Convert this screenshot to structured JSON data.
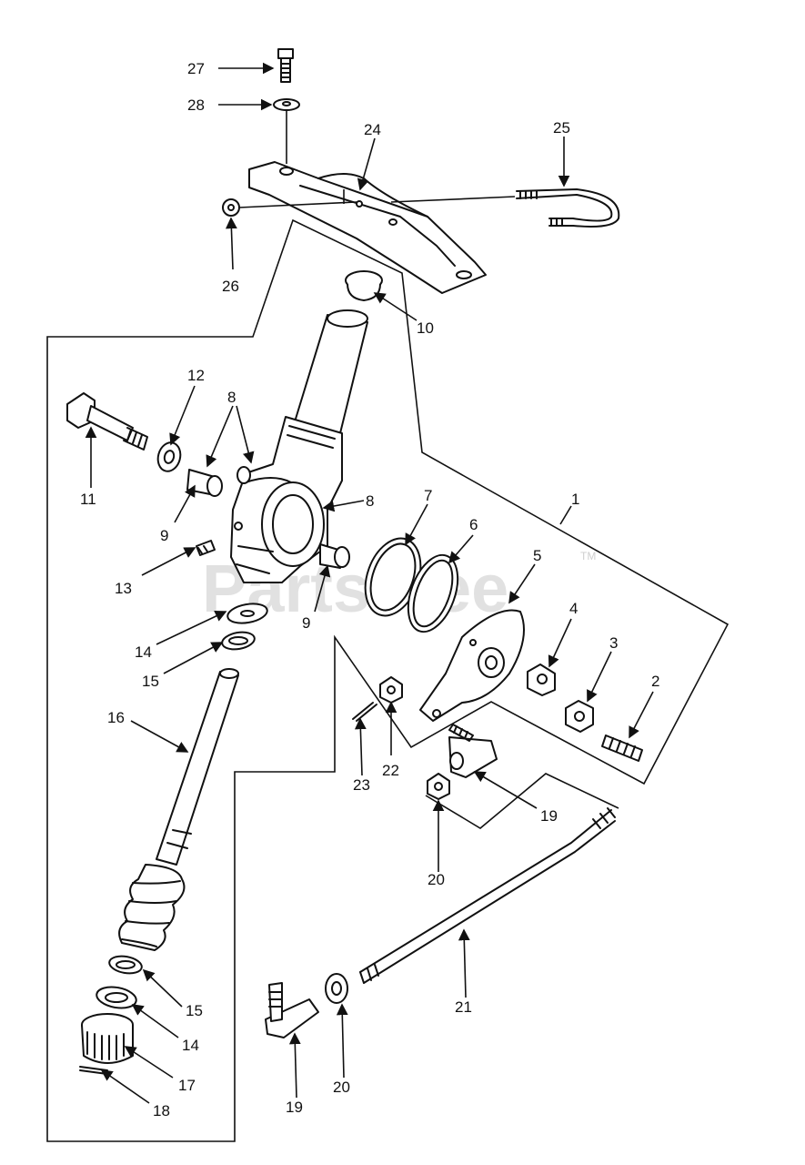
{
  "labels": {
    "p1": "1",
    "p2": "2",
    "p3": "3",
    "p4": "4",
    "p5": "5",
    "p6": "6",
    "p7": "7",
    "p8a": "8",
    "p8b": "8",
    "p9a": "9",
    "p9b": "9",
    "p10": "10",
    "p11": "11",
    "p12": "12",
    "p13": "13",
    "p14a": "14",
    "p14b": "14",
    "p15a": "15",
    "p15b": "15",
    "p16": "16",
    "p17": "17",
    "p18": "18",
    "p19a": "19",
    "p19b": "19",
    "p20a": "20",
    "p20b": "20",
    "p21": "21",
    "p22": "22",
    "p23": "23",
    "p24": "24",
    "p25": "25",
    "p26": "26",
    "p27": "27",
    "p28": "28"
  },
  "watermark": {
    "text": "PartsTree",
    "tm": "TM"
  }
}
